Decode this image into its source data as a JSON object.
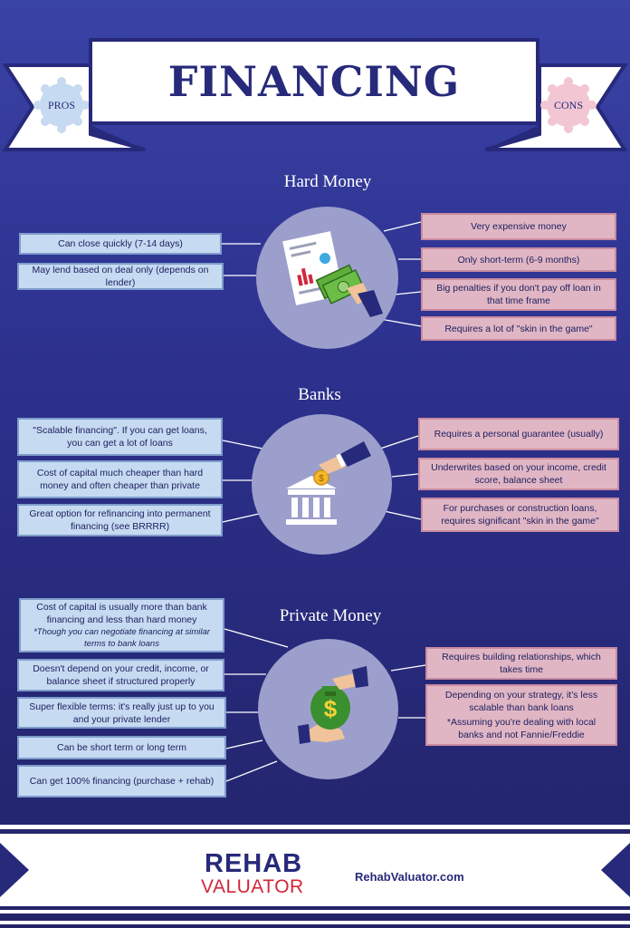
{
  "banner": {
    "title": "FINANCING",
    "pros_label": "PROS",
    "cons_label": "CONS"
  },
  "sections": [
    {
      "title": "Hard Money",
      "pros": [
        {
          "text": "Can close quickly (7-14 days)"
        },
        {
          "text": "May lend based on deal only (depends on lender)"
        }
      ],
      "cons": [
        {
          "text": "Very expensive money"
        },
        {
          "text": "Only short-term (6-9 months)"
        },
        {
          "text": "Big penalties if you don't pay off loan in that time frame"
        },
        {
          "text": "Requires a lot of \"skin in the game\""
        }
      ]
    },
    {
      "title": "Banks",
      "pros": [
        {
          "text": "\"Scalable financing\". If you can get loans, you can get a lot of loans"
        },
        {
          "text": "Cost of capital much cheaper than hard money and often cheaper than private"
        },
        {
          "text": "Great option for refinancing into permanent financing (see BRRRR)"
        }
      ],
      "cons": [
        {
          "text": "Requires a personal guarantee (usually)"
        },
        {
          "text": "Underwrites based on your income, credit score, balance sheet"
        },
        {
          "text": "For purchases or construction loans, requires significant \"skin in the game\""
        }
      ]
    },
    {
      "title": "Private Money",
      "pros": [
        {
          "text": "Cost of capital is usually more than bank financing and less than hard money",
          "note": "*Though you can negotiate financing at similar terms to bank loans"
        },
        {
          "text": "Doesn't depend on your credit, income, or balance sheet if structured properly"
        },
        {
          "text": "Super flexible terms: it's really just up to you and your private lender"
        },
        {
          "text": "Can be short term or long term"
        },
        {
          "text": "Can get 100% financing (purchase + rehab)"
        }
      ],
      "cons": [
        {
          "text": "Requires building relationships, which takes time"
        },
        {
          "text": "Depending on your strategy, it's less scalable than bank loans",
          "note": "*Assuming you're dealing with local banks and not Fannie/Freddie"
        }
      ]
    }
  ],
  "footer": {
    "logo_line1": "REHAB",
    "logo_line2": "VALUATOR",
    "website": "RehabValuator.com"
  },
  "colors": {
    "navy": "#27297a",
    "pro_fill": "#c6daf1",
    "con_fill": "#e1b6c4",
    "circle_fill": "#9c9fcb",
    "logo_red": "#d3263a"
  },
  "icons": [
    "document-money-icon",
    "bank-coin-icon",
    "money-bag-hands-icon"
  ]
}
